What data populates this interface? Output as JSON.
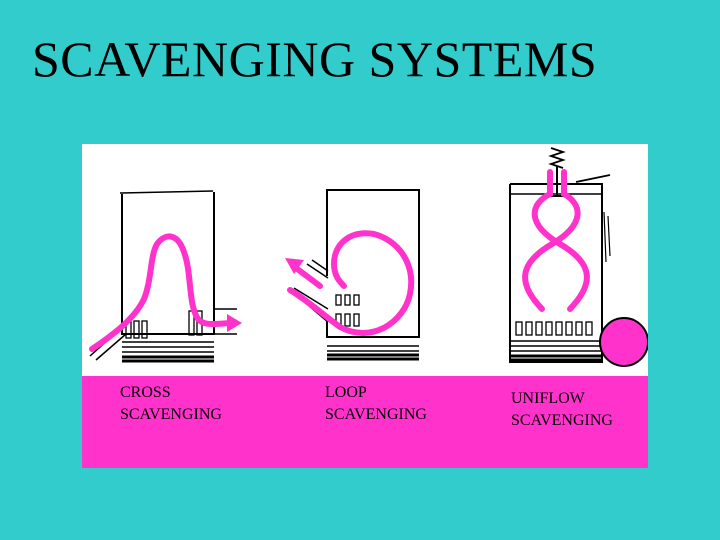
{
  "slide": {
    "title": "SCAVENGING SYSTEMS"
  },
  "colors": {
    "background": "#33CCCC",
    "panel": "#FFFFFF",
    "label_band": "#FF33CC",
    "flow_path": "#FF33CC",
    "outline": "#000000"
  },
  "diagrams": [
    {
      "line1": "CROSS",
      "line2": "SCAVENGING"
    },
    {
      "line1": "LOOP",
      "line2": "SCAVENGING"
    },
    {
      "line1": "UNIFLOW",
      "line2": "SCAVENGING"
    }
  ]
}
